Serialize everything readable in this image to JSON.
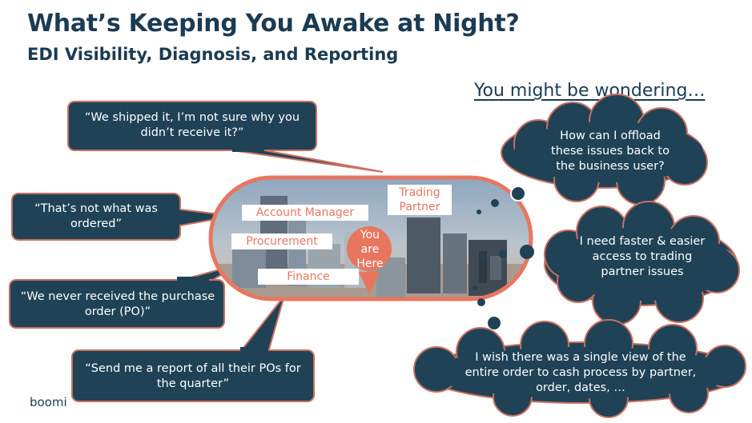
{
  "title": "What’s Keeping You Awake at Night?",
  "subtitle": "EDI Visibility, Diagnosis, and Reporting",
  "wondering_heading": "You might be wondering…",
  "quotes": [
    "“We shipped it, I’m not sure why you didn’t receive it?”",
    "“That’s not what was ordered”",
    "“We never received the purchase order (PO)”",
    "“Send me a report of all their POs for the quarter”"
  ],
  "thoughts": [
    "How can I offload these issues back to the business user?",
    "I need faster & easier access to trading partner issues",
    "I wish there was a single view of the entire order to cash process by partner, order, dates, …"
  ],
  "city_labels": {
    "trading_partner": "Trading Partner",
    "account_manager": "Account Manager",
    "procurement": "Procurement",
    "finance": "Finance",
    "you_are_here": "You are Here"
  },
  "logo": "boomi",
  "colors": {
    "navy": "#1b3b52",
    "coral": "#e8765f",
    "bubble_border": "#c9705f"
  }
}
